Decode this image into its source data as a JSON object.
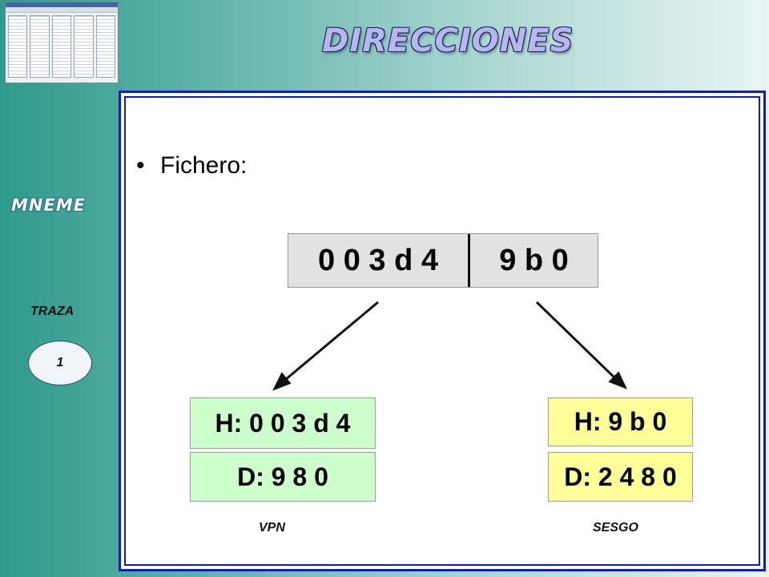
{
  "title": "DIRECCIONES",
  "sidebar": {
    "brand": "MNEME",
    "trace_label": "TRAZA",
    "trace_number": "1"
  },
  "content": {
    "bullet": "Fichero:",
    "address": {
      "part1": "0 0 3 d 4",
      "part2": "9 b 0"
    },
    "left": {
      "h": "H: 0 0 3 d 4",
      "d": "D: 9 8 0",
      "caption": "VPN"
    },
    "right": {
      "h": "H: 9 b 0",
      "d": "D: 2 4 8 0",
      "caption": "SESGO"
    }
  },
  "colors": {
    "panel_border": "#0c1ad6",
    "green_box": "#ccffcc",
    "yellow_box": "#ffff99",
    "address_box": "#e2e2e2"
  }
}
